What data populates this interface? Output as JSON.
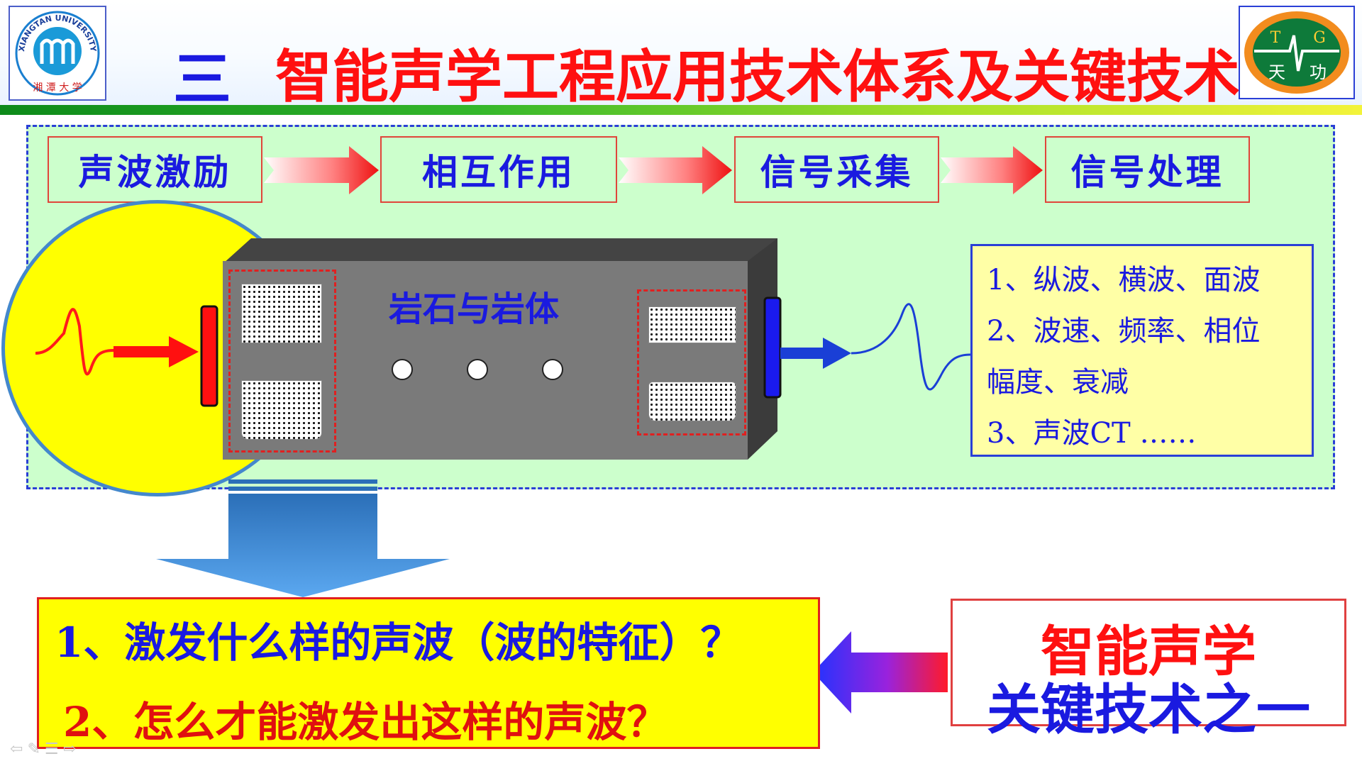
{
  "header": {
    "left_logo": {
      "text": "XIANGTAN UNIVERSITY",
      "icon": "university-seal-icon"
    },
    "title_number": "三",
    "title": "智能声学工程应用技术体系及关键技术",
    "right_logo": {
      "letters": [
        "T",
        "G"
      ],
      "chars": [
        "天",
        "功"
      ]
    }
  },
  "flow": {
    "steps": [
      "声波激励",
      "相互作用",
      "信号采集",
      "信号处理"
    ]
  },
  "block": {
    "label": "岩石与岩体"
  },
  "info": {
    "lines": [
      "1、纵波、横波、面波",
      "2、波速、频率、相位",
      "幅度、衰减",
      "3、声波CT ……"
    ]
  },
  "questions": {
    "q1": "1、激发什么样的声波（波的特征）？",
    "q2": "2、怎么才能激发出这样的声波？"
  },
  "key_tech": {
    "line1": "智能声学",
    "line2": "关键技术之一"
  },
  "colors": {
    "title_red": "#ff1010",
    "text_blue": "#1a1ae0",
    "panel_green": "#ccffcc",
    "highlight_yellow": "#ffff00"
  }
}
